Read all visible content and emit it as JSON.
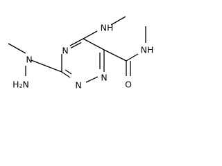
{
  "molecule": {
    "atoms": {
      "n_ring_top": "N",
      "n_ring_lower_left": "N",
      "n_ring_lower_right": "N",
      "nh_methylamino": "NH",
      "nh_amide": "NH",
      "n_hydrazine": "N",
      "nh2_hydrazine": "H₂N",
      "o_carbonyl": "O"
    }
  }
}
